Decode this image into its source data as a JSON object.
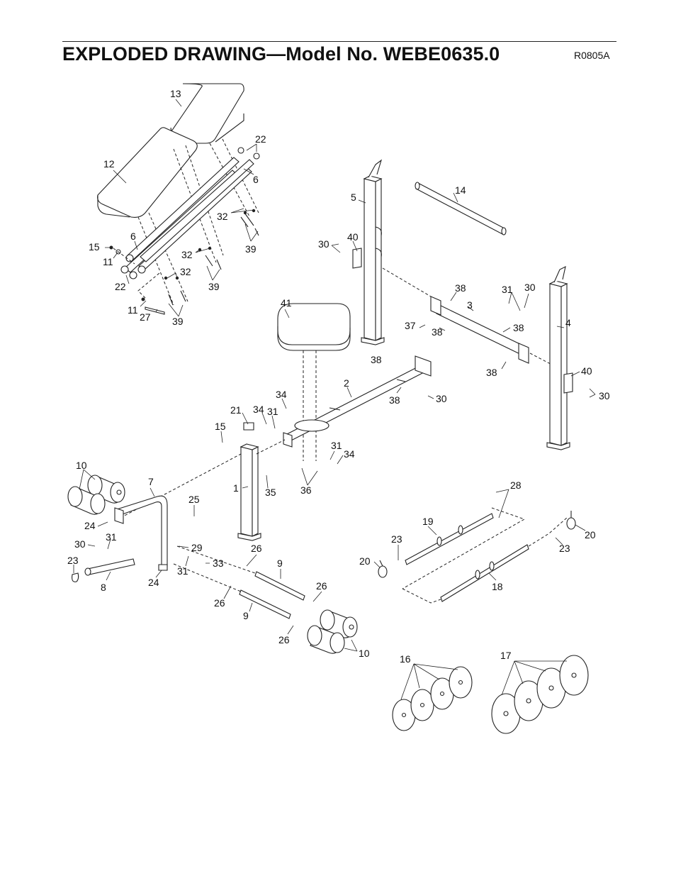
{
  "header": {
    "title": "EXPLODED DRAWING—Model No. WEBE0635.0",
    "ref_code": "R0805A"
  },
  "callouts": {
    "c13": "13",
    "c22a": "22",
    "c12": "12",
    "c6a": "6",
    "c32a": "32",
    "c39a": "39",
    "c6b": "6",
    "c15a": "15",
    "c11a": "11",
    "c32b": "32",
    "c32c": "32",
    "c22b": "22",
    "c39b": "39",
    "c11b": "11",
    "c27": "27",
    "c39c": "39",
    "c5": "5",
    "c14": "14",
    "c30a": "30",
    "c40a": "40",
    "c38a": "38",
    "c31a": "31",
    "c30b": "30",
    "c3": "3",
    "c37": "37",
    "c38b": "38",
    "c38c": "38",
    "c4": "4",
    "c41": "41",
    "c38d": "38",
    "c38e": "38",
    "c40b": "40",
    "c30c": "30",
    "c2": "2",
    "c38f": "38",
    "c30d": "30",
    "c34a": "34",
    "c21": "21",
    "c34b": "34",
    "c31b": "31",
    "c15b": "15",
    "c31c": "31",
    "c34c": "34",
    "c1": "1",
    "c35": "35",
    "c36": "36",
    "c10a": "10",
    "c7": "7",
    "c24a": "24",
    "c25": "25",
    "c31d": "31",
    "c30e": "30",
    "c29": "29",
    "c23a": "23",
    "c31e": "31",
    "c33": "33",
    "c8": "8",
    "c24b": "24",
    "c26a": "26",
    "c9a": "9",
    "c26b": "26",
    "c26c": "26",
    "c9b": "9",
    "c26d": "26",
    "c10b": "10",
    "c28": "28",
    "c19": "19",
    "c23b": "23",
    "c20a": "20",
    "c23c": "23",
    "c20b": "20",
    "c18": "18",
    "c16": "16",
    "c17": "17"
  }
}
